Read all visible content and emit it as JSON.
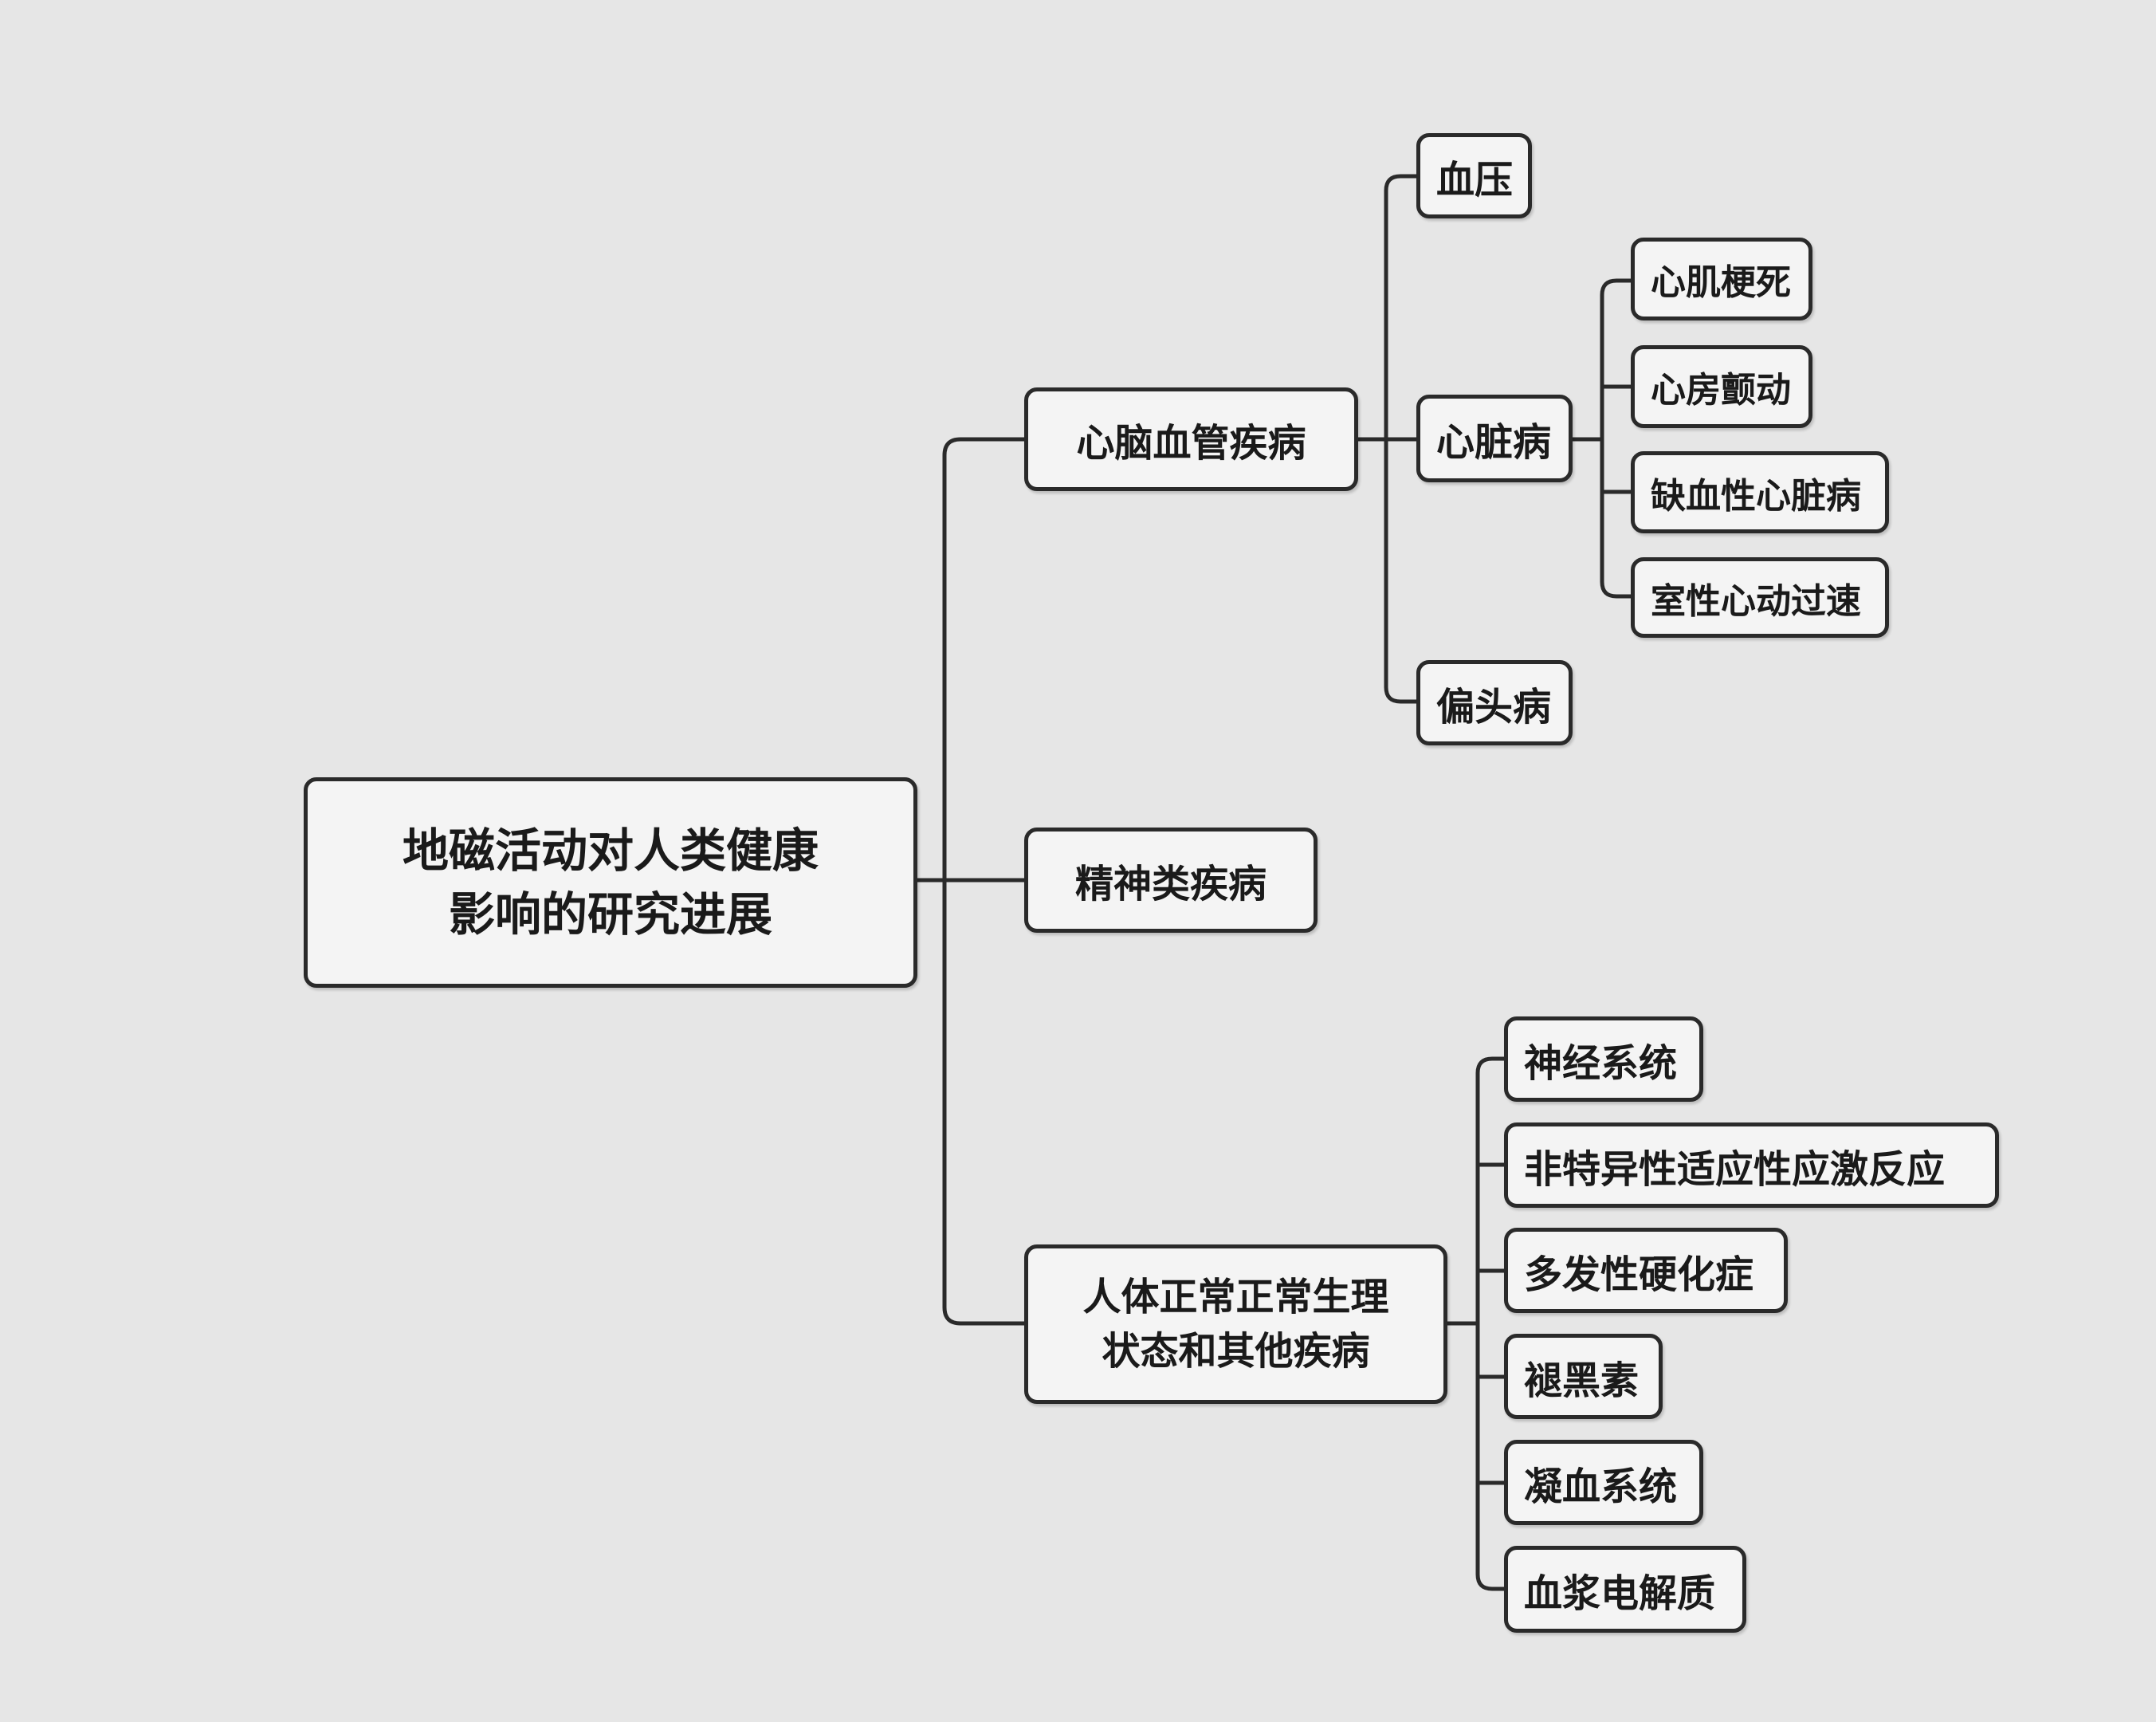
{
  "root": {
    "line1": "地磁活动对人类健康",
    "line2": "影响的研究进展"
  },
  "branches": {
    "cardio": {
      "label": "心脑血管疾病",
      "children": {
        "blood_pressure": "血压",
        "heart_disease": {
          "label": "心脏病",
          "children": [
            "心肌梗死",
            "心房颤动",
            "缺血性心脏病",
            "室性心动过速"
          ]
        },
        "migraine": "偏头病"
      }
    },
    "mental": {
      "label": "精神类疾病"
    },
    "physiology": {
      "line1": "人体正常正常生理",
      "line2": "状态和其他疾病",
      "children": [
        "神经系统",
        "非特异性适应性应激反应",
        "多发性硬化症",
        "褪黑素",
        "凝血系统",
        "血浆电解质"
      ]
    }
  }
}
